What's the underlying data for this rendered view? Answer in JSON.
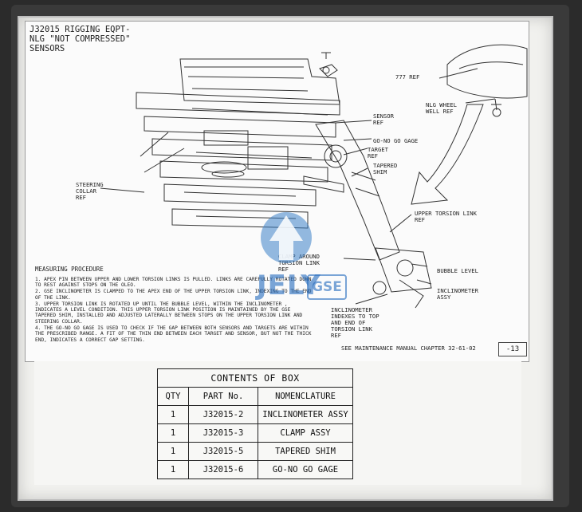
{
  "title": "J32015 RIGGING EQPT-\n NLG \"NOT COMPRESSED\"\n SENSORS",
  "callouts": {
    "ref_777": "777 REF",
    "nlg_wheel_well": "NLG WHEEL\nWELL REF",
    "sensor_ref": "SENSOR\nREF",
    "go_no_go_gage": "GO-NO GO GAGE",
    "target_ref": "TARGET\nREF",
    "tapered_shim": "TAPERED\nSHIM",
    "steering_collar": "STEERING\nCOLLAR\nREF",
    "upper_torsion_link": "UPPER TORSION LINK\nREF",
    "clamp_around": "CLAMP AROUND\nTORSION LINK\nREF",
    "bubble_level": "BUBBLE LEVEL",
    "inclinometer_assy": "INCLINOMETER\nASSY",
    "inclinometer_indexes": "INCLINOMETER\nINDEXES TO TOP\nAND END OF\nTORSION LINK\nREF"
  },
  "procedure": {
    "heading": "MEASURING PROCEDURE",
    "steps": [
      "1. APEX PIN BETWEEN UPPER AND LOWER TORSION LINKS IS PULLED. LINKS ARE CAREFULLY ROTATED DOWN TO REST AGAINST STOPS ON THE OLEO.",
      "2. GSE INCLINOMETER IS CLAMPED TO THE APEX END OF THE UPPER TORSION LINK, INDEXING TO THE END OF THE LINK.",
      "3. UPPER TORSION LINK IS ROTATED UP UNTIL THE BUBBLE LEVEL, WITHIN THE INCLINOMETER , INDICATES A LEVEL CONDITION. THIS UPPER TORSION LINK POSITION IS MAINTAINED BY THE GSE TAPERED SHIM, INSTALLED AND ADJUSTED LATERALLY BETWEEN STOPS ON THE UPPER TORSION LINK AND STEERING COLLAR.",
      "4. THE GO-NO GO GAGE IS USED TO CHECK IF THE GAP BETWEEN BOTH SENSORS AND TARGETS ARE WITHIN THE PRESCRIBED RANGE. A FIT OF THE THIN END BETWEEN EACH TARGET AND SENSOR, BUT NOT THE THICK END, INDICATES A CORRECT GAP SETTING."
    ]
  },
  "manual_ref": "SEE MAINTENANCE MANUAL CHAPTER 32-61-02",
  "page_number": "-13",
  "watermark": {
    "word": "JELY",
    "box": "GSE"
  },
  "contents_box": {
    "caption": "CONTENTS OF BOX",
    "headers": [
      "QTY",
      "PART No.",
      "NOMENCLATURE"
    ],
    "rows": [
      [
        "1",
        "J32015-2",
        "INCLINOMETER ASSY"
      ],
      [
        "1",
        "J32015-3",
        "CLAMP ASSY"
      ],
      [
        "1",
        "J32015-5",
        "TAPERED SHIM"
      ],
      [
        "1",
        "J32015-6",
        "GO-NO GO GAGE"
      ]
    ]
  },
  "colors": {
    "watermark_blue": "#2a6ebe",
    "ink": "#222222",
    "paper": "#fbfbfb"
  }
}
